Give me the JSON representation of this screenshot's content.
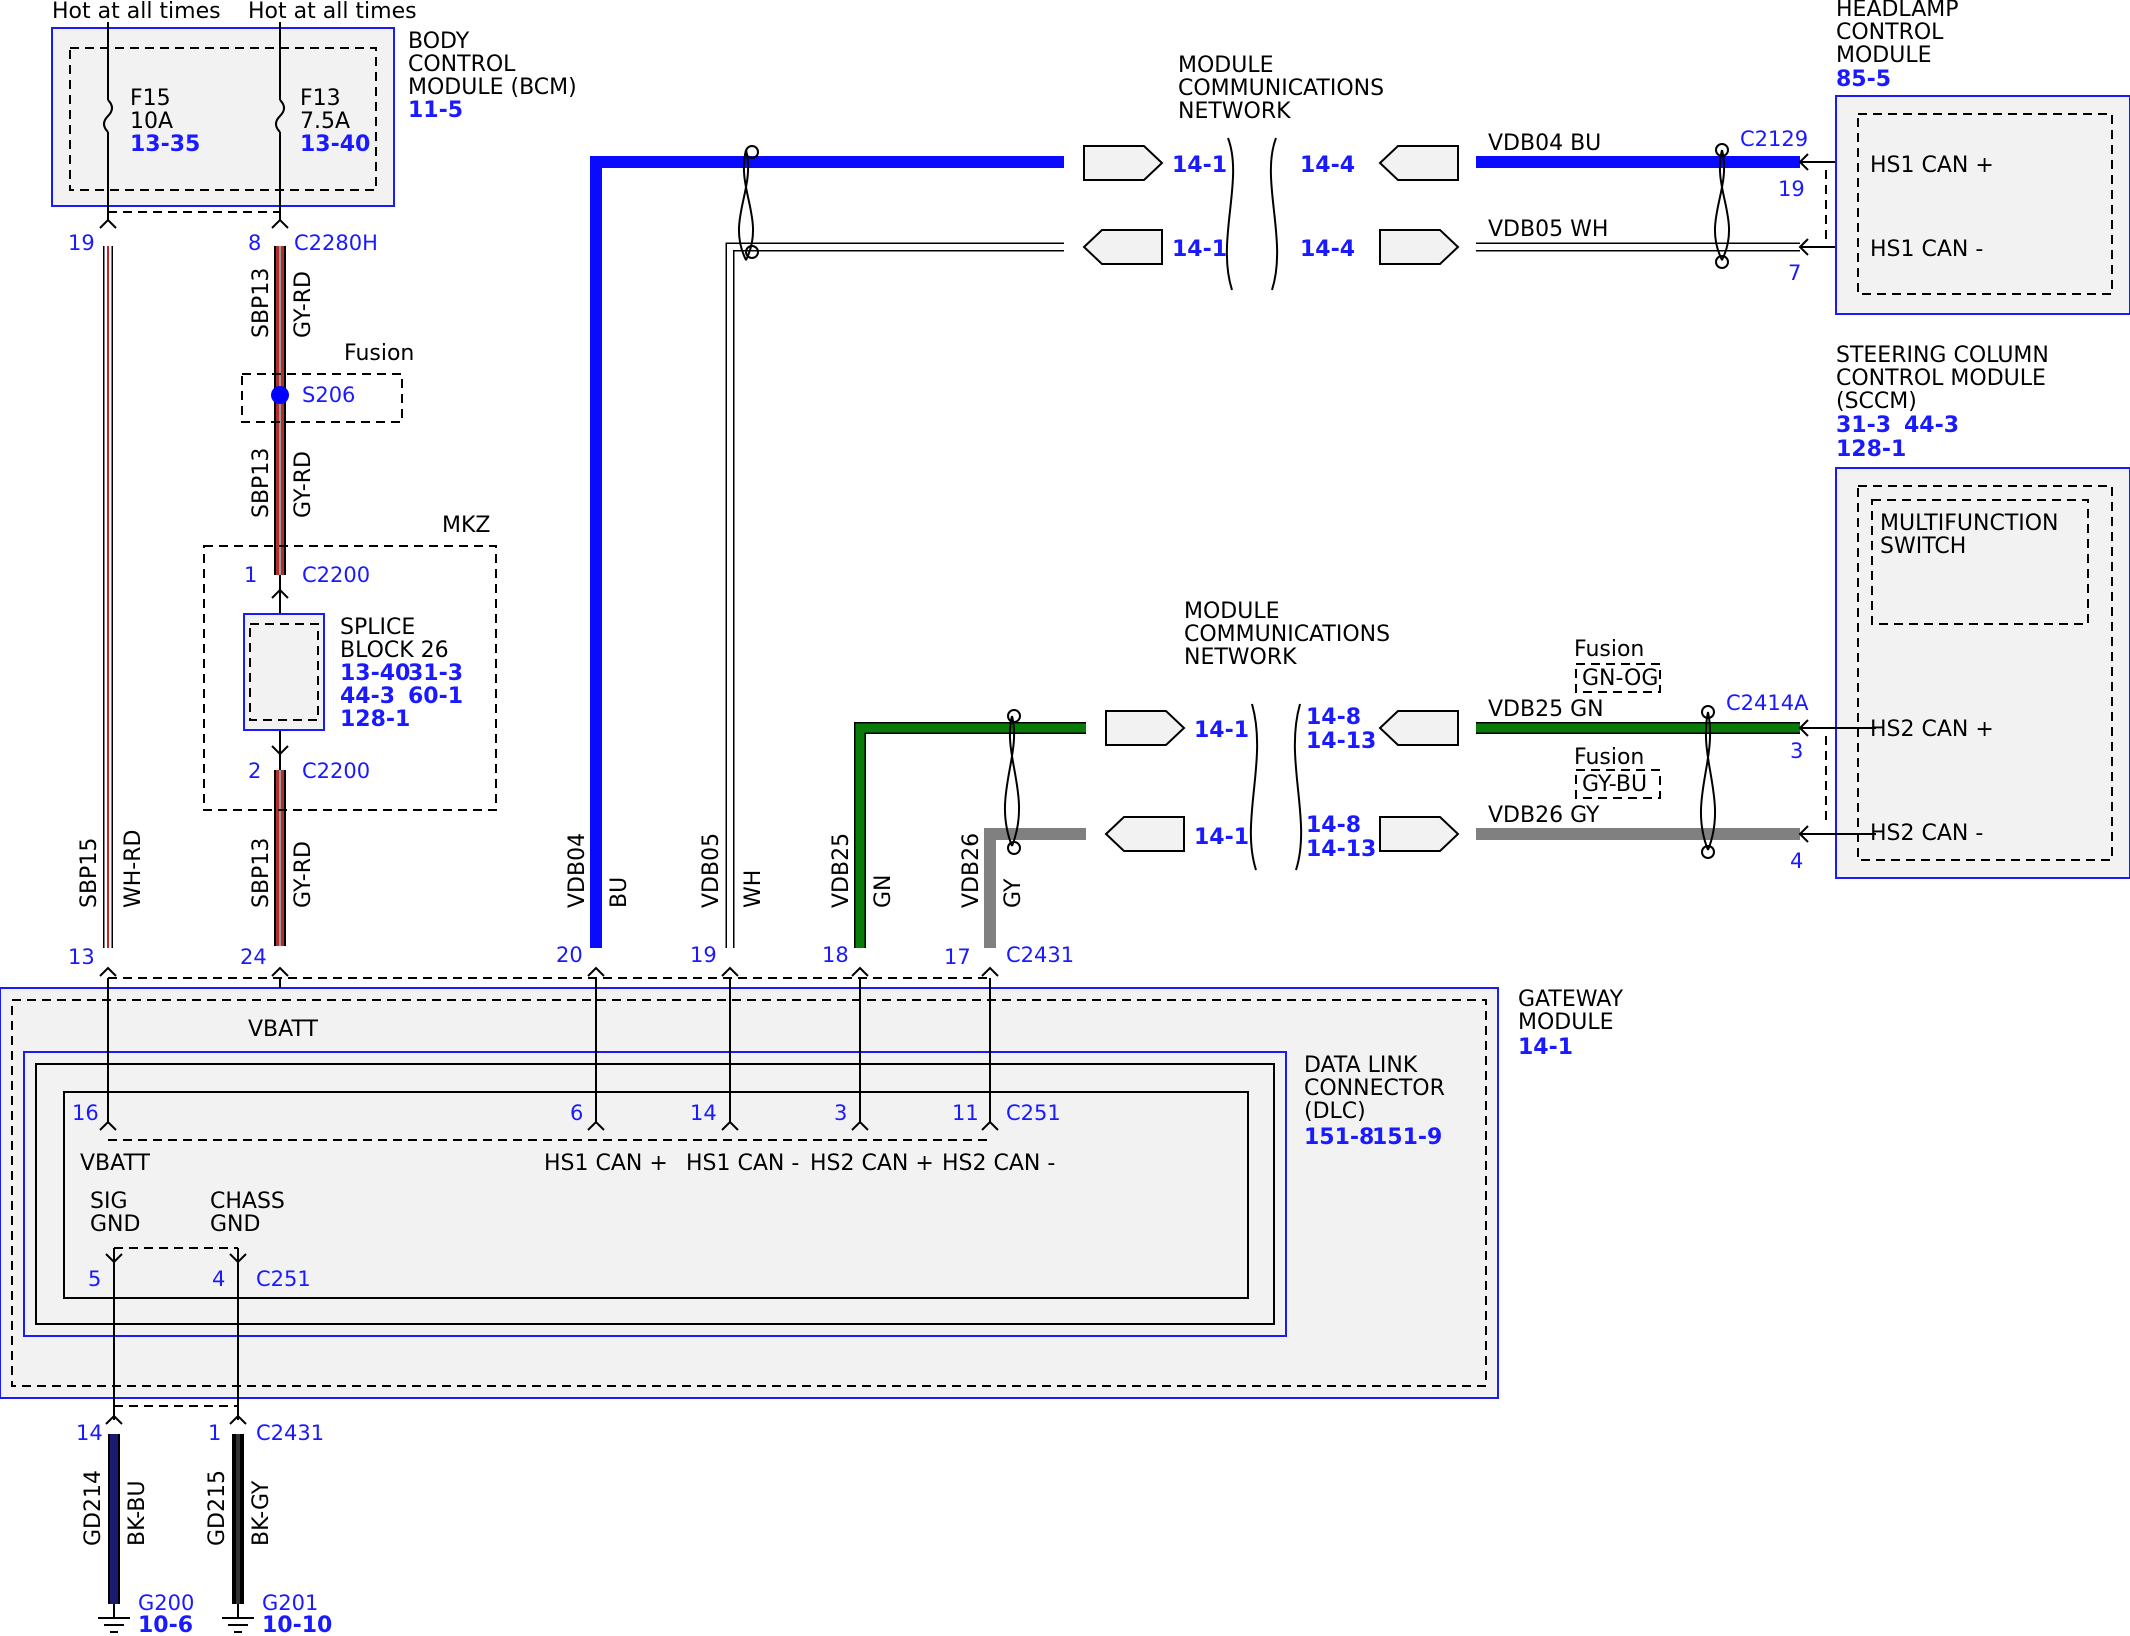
{
  "power": {
    "hot1": "Hot at all times",
    "hot2": "Hot at all times"
  },
  "bcm": {
    "title_lines": [
      "BODY",
      "CONTROL",
      "MODULE (BCM)"
    ],
    "ref": "11-5",
    "fuse1": {
      "name": "F15",
      "rating": "10A",
      "ref": "13-35"
    },
    "fuse2": {
      "name": "F13",
      "rating": "7.5A",
      "ref": "13-40"
    }
  },
  "bcm_pins": {
    "left": "19",
    "right": "8",
    "connector": "C2280H"
  },
  "wires": {
    "sbp13": "SBP13",
    "gyrd": "GY-RD",
    "sbp15": "SBP15",
    "whrd": "WH-RD",
    "vdb04": "VDB04",
    "bu": "BU",
    "vdb05": "VDB05",
    "wh": "WH",
    "vdb25": "VDB25",
    "gn": "GN",
    "vdb26": "VDB26",
    "gy": "GY",
    "gd214": "GD214",
    "bkbu": "BK-BU",
    "gd215": "GD215",
    "bkgy": "BK-GY"
  },
  "splice": {
    "fusion": "Fusion",
    "name": "S206",
    "mkz": "MKZ",
    "block_lines": [
      "SPLICE",
      "BLOCK 26"
    ],
    "refs": [
      "13-40",
      "31-3",
      "44-3",
      "60-1",
      "128-1"
    ],
    "pin1": "1",
    "pin2": "2",
    "conn": "C2200"
  },
  "mcn_top": {
    "title_lines": [
      "MODULE",
      "COMMUNICATIONS",
      "NETWORK"
    ],
    "left_ref": "14-1",
    "right_ref": "14-4",
    "wire_top": "VDB04  BU",
    "wire_bot": "VDB05  WH",
    "conn": "C2129",
    "pin_top": "19",
    "pin_bot": "7"
  },
  "headlamp": {
    "title_lines": [
      "HEADLAMP",
      "CONTROL",
      "MODULE"
    ],
    "ref": "85-5",
    "pin_top": "HS1 CAN +",
    "pin_bot": "HS1 CAN -"
  },
  "sccm": {
    "title_lines": [
      "STEERING COLUMN",
      "CONTROL MODULE",
      "(SCCM)"
    ],
    "refs": [
      "31-3",
      "44-3",
      "128-1"
    ],
    "switch_lines": [
      "MULTIFUNCTION",
      "SWITCH"
    ],
    "pin_top": "HS2 CAN +",
    "pin_bot": "HS2 CAN -"
  },
  "mcn_bot": {
    "title_lines": [
      "MODULE",
      "COMMUNICATIONS",
      "NETWORK"
    ],
    "left_ref": "14-1",
    "right_ref1": "14-8",
    "right_ref2": "14-13",
    "fusion1": "Fusion",
    "fusion1_wire": "GN-OG",
    "fusion2": "Fusion",
    "fusion2_wire": "GY-BU",
    "wire_top": "VDB25  GN",
    "wire_bot": "VDB26  GY",
    "conn": "C2414A",
    "pin_top": "3",
    "pin_bot": "4"
  },
  "gateway_pins": {
    "p13": "13",
    "p24": "24",
    "p20": "20",
    "p19": "19",
    "p18": "18",
    "p17": "17",
    "conn": "C2431"
  },
  "gateway": {
    "title_lines": [
      "GATEWAY",
      "MODULE"
    ],
    "ref": "14-1",
    "vbatt": "VBATT"
  },
  "dlc": {
    "title_lines": [
      "DATA LINK",
      "CONNECTOR",
      "(DLC)"
    ],
    "refs": [
      "151-8",
      "151-9"
    ],
    "pins": [
      "16",
      "6",
      "14",
      "3",
      "11"
    ],
    "conn": "C251",
    "vbatt": "VBATT",
    "can_labels": [
      "HS1 CAN +",
      "HS1 CAN -",
      "HS2 CAN +",
      "HS2 CAN -"
    ],
    "sig_gnd": [
      "SIG",
      "GND"
    ],
    "chass_gnd": [
      "CHASS",
      "GND"
    ],
    "pin5": "5",
    "pin4": "4"
  },
  "ground": {
    "pin14": "14",
    "pin1": "1",
    "conn": "C2431",
    "g200": "G200",
    "g200_ref": "10-6",
    "g201": "G201",
    "g201_ref": "10-10"
  },
  "colors": {
    "blue_wire": "#0a0aff",
    "green_wire": "#0a7a0a",
    "gray_wire": "#808080",
    "red_wire": "#b03030",
    "dark_blue_wire": "#1a1a6e",
    "ref_blue": "#1a1aff"
  }
}
